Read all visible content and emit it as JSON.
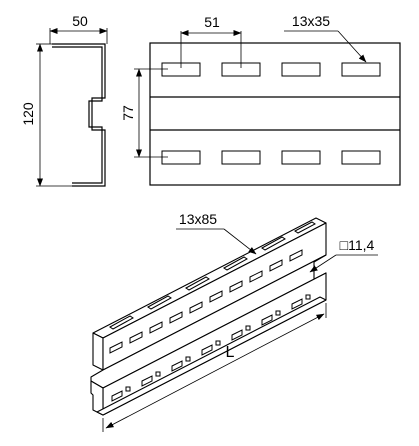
{
  "profile_view": {
    "width_label": "50",
    "height_label": "120"
  },
  "front_view": {
    "slot_pitch_label": "51",
    "slot_size_label": "13x35",
    "row_spacing_label": "77"
  },
  "iso_view": {
    "top_slot_label": "13x85",
    "square_hole_label": "□11,4",
    "length_label": "L"
  }
}
